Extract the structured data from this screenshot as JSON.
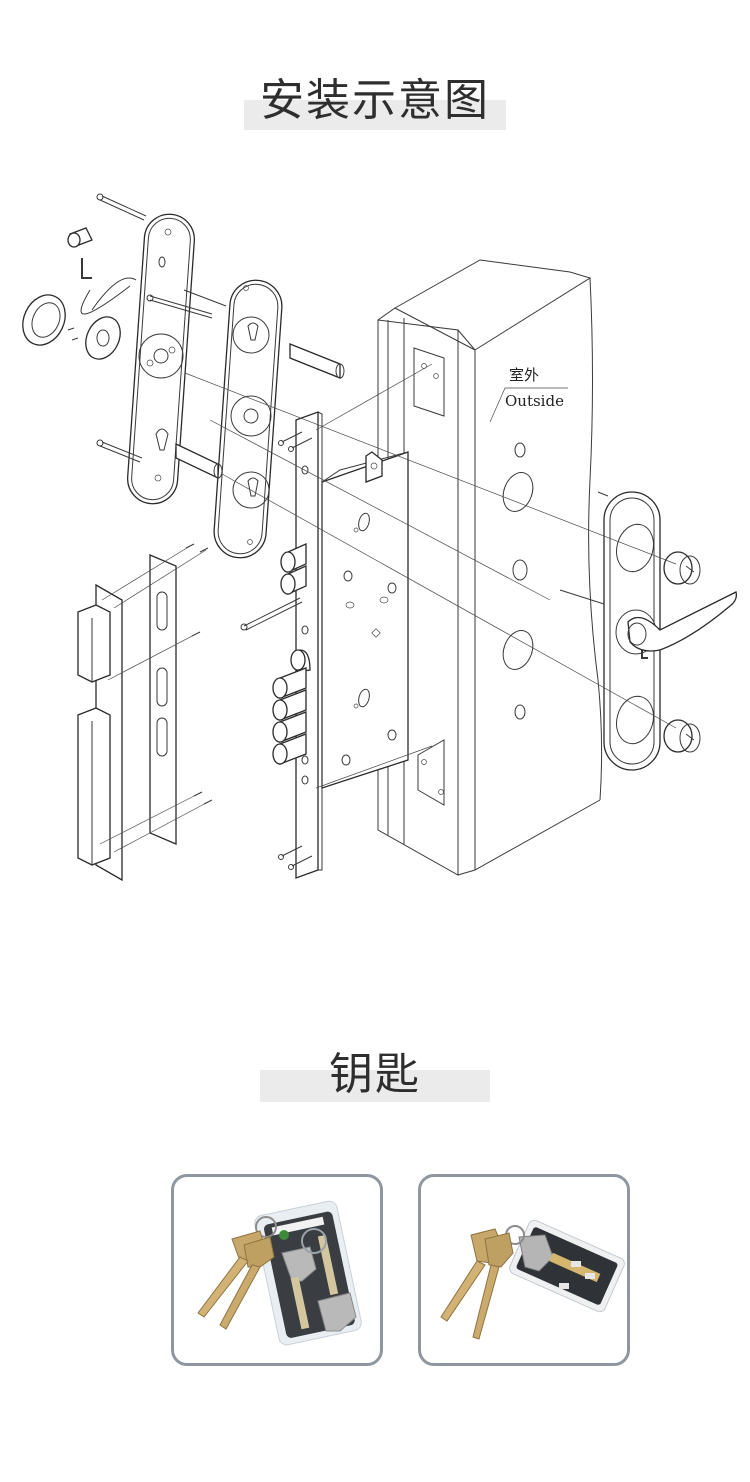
{
  "sections": {
    "install": {
      "title": "安装示意图",
      "diagram": {
        "label_cn": "室外",
        "label_en": "Outside",
        "components": [
          "door-panel",
          "mortise-lock-body",
          "strike-plate",
          "inner-handle-plate",
          "inner-escutcheon-plate",
          "outer-handle-plate",
          "lever-handle",
          "lock-cylinder",
          "hex-key",
          "rosette",
          "cylinder-covers",
          "screws"
        ]
      }
    },
    "keys": {
      "title": "钥匙",
      "photos": [
        {
          "name": "key-set-with-blister-pack",
          "alt": "Brass keys on ring with packaged silver construction keys"
        },
        {
          "name": "key-set-with-card-case",
          "alt": "Brass keys on ring with silver key in clear case"
        }
      ]
    }
  },
  "colors": {
    "title_bar": "#ebebeb",
    "title_text": "#2e2e2e",
    "frame_border": "#8e979f",
    "line_art": "#3a3a3a",
    "brass": "#c8a86a",
    "silver": "#b8b8b8"
  }
}
